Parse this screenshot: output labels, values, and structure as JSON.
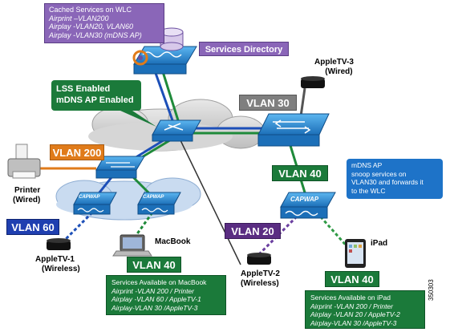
{
  "cached_services": {
    "title": "Cached Services on WLC",
    "lines": [
      "Airprint –VLAN200",
      "Airplay -VLAN20, VLAN60",
      "Airplay -VLAN30 (mDNS AP)"
    ]
  },
  "services_directory": "Services Directory",
  "lss_callout": [
    "LSS Enabled",
    "mDNS AP Enabled"
  ],
  "appletv3": [
    "AppleTV-3",
    "(Wired)"
  ],
  "vlan_labels": {
    "vlan30": "VLAN 30",
    "vlan200": "VLAN 200",
    "vlan40_core": "VLAN 40",
    "vlan60": "VLAN 60",
    "vlan20": "VLAN 20",
    "vlan40_macbook": "VLAN 40",
    "vlan40_ipad": "VLAN 40"
  },
  "printer": [
    "Printer",
    "(Wired)"
  ],
  "capwap_label": "CAPWAP",
  "mdns_note": [
    "mDNS AP",
    "snoop  services on",
    "VLAN30 and forwards it",
    "to the WLC"
  ],
  "appletv1": [
    "AppleTV-1",
    "(Wireless)"
  ],
  "macbook": "MacBook",
  "appletv2": [
    "AppleTV-2",
    "(Wireless)"
  ],
  "ipad": "iPad",
  "macbook_services": {
    "title": "Services Available on MacBook",
    "lines": [
      "Airprint -VLAN 200 / Printer",
      "Airplay -VLAN 60 / AppleTV-1",
      "Airplay-VLAN 30 /AppleTV-3"
    ]
  },
  "ipad_services": {
    "title": "Services Available on iPad",
    "lines": [
      "Airprint -VLAN 200 / Printer",
      "Airplay -VLAN 20 / AppleTV-2",
      "Airplay-VLAN 30 /AppleTV-3"
    ]
  },
  "figure_id": "350303",
  "colors": {
    "switch_blue": "#2f8fd8",
    "vlan_gray": "#7f7f7f",
    "vlan_orange": "#e07b1a",
    "vlan_green": "#1b7a3a",
    "vlan_blue": "#1f3fb0",
    "vlan_purple": "#5a2d82",
    "note_purple": "#8a66b8",
    "note_blue": "#1e73c8"
  }
}
